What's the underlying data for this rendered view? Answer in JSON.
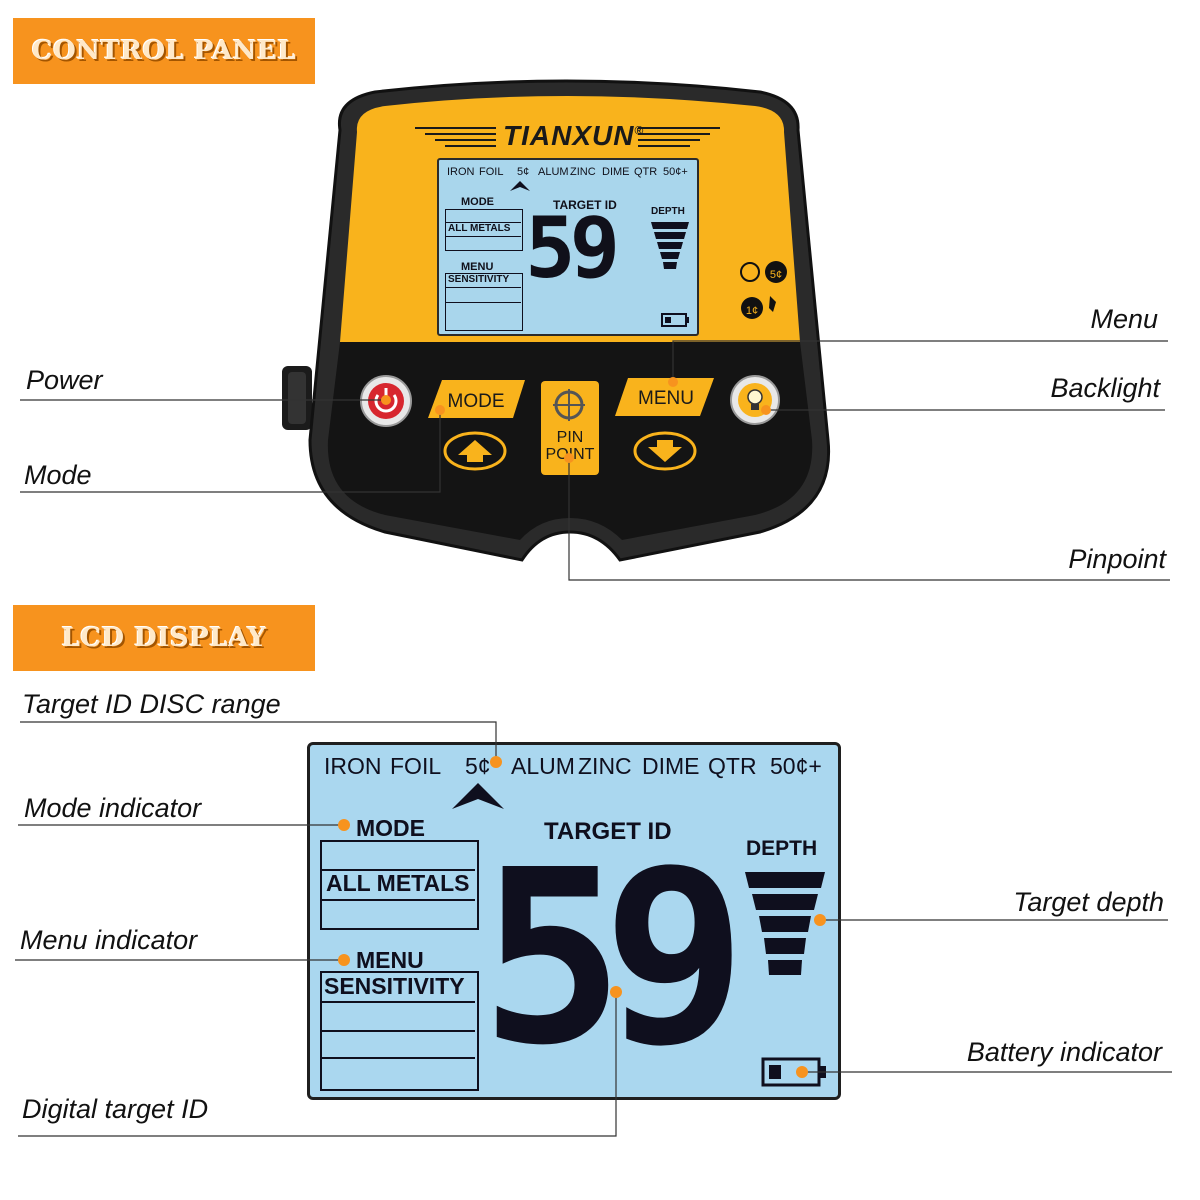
{
  "sections": {
    "control_panel": "CONTROL PANEL",
    "lcd_display": "LCD DISPLAY"
  },
  "device": {
    "brand": "TIANXUN",
    "registered": "®",
    "buttons": {
      "mode": "MODE",
      "menu": "MENU",
      "pinpoint_line1": "PIN",
      "pinpoint_line2": "POINT"
    },
    "side_icons": {
      "nickel": "5¢",
      "cent": "1¢"
    }
  },
  "callouts": {
    "menu": "Menu",
    "power": "Power",
    "backlight": "Backlight",
    "mode": "Mode",
    "pinpoint": "Pinpoint",
    "disc_range": "Target ID DISC range",
    "mode_indicator": "Mode indicator",
    "target_depth": "Target depth",
    "menu_indicator": "Menu indicator",
    "battery_indicator": "Battery indicator",
    "digital_target_id": "Digital target ID"
  },
  "lcd": {
    "scale": [
      "IRON",
      "FOIL",
      "5¢",
      "ALUM",
      "ZINC",
      "DIME",
      "QTR",
      "50¢+"
    ],
    "mode_title": "MODE",
    "mode_value": "ALL METALS",
    "menu_title": "MENU",
    "menu_value": "SENSITIVITY",
    "target_id_label": "TARGET ID",
    "target_id_value": "59",
    "depth_label": "DEPTH"
  },
  "colors": {
    "accent": "#f7931e",
    "device_yellow": "#f9b31c",
    "lcd_blue": "#aad7ef",
    "device_body": "#2a2a2a"
  }
}
